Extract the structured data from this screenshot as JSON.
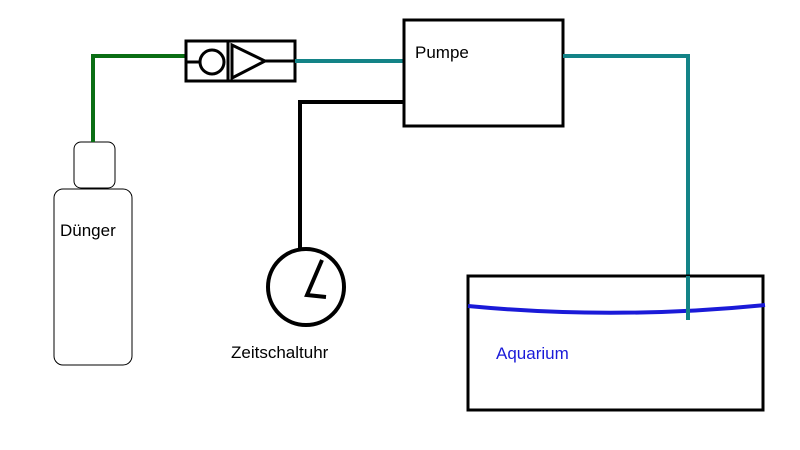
{
  "labels": {
    "fertilizer": "Dünger",
    "pump": "Pumpe",
    "timer": "Zeitschaltuhr",
    "aquarium": "Aquarium"
  },
  "colors": {
    "background": "#ffffff",
    "outline": "#000000",
    "fertilizer_line": "#0a6e14",
    "pump_water_line": "#138387",
    "water_surface": "#1a1ad8",
    "aquarium_label": "#1a1ad8",
    "text": "#000000"
  },
  "icons": {
    "check_valve": "valve-circle-triangle-icon",
    "timer": "clock-icon"
  }
}
